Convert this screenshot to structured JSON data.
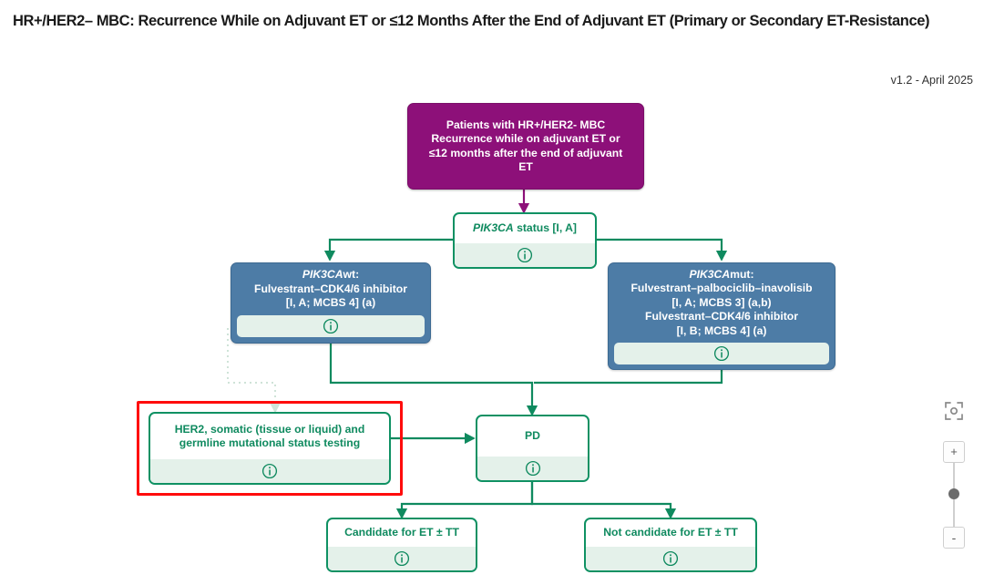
{
  "header": {
    "title": "HR+/HER2– MBC: Recurrence While on Adjuvant ET or ≤12 Months After the End of Adjuvant ET (Primary or Secondary ET-Resistance)",
    "version": "v1.2 - April 2025"
  },
  "colors": {
    "purple": "#8d1079",
    "blue": "#4d7ca6",
    "green": "#0f9163",
    "green_text": "#0f8a5f",
    "footer_band": "#e4f1ea",
    "highlight_red": "#ff0c0c",
    "connector": "#0f8a5f",
    "ghost_connector": "#cfe3d8"
  },
  "diagram": {
    "type": "clinical-treatment-flowchart",
    "nodes": [
      {
        "id": "entry",
        "style": "purple",
        "lines": [
          "Patients with HR+/HER2- MBC",
          "Recurrence while on adjuvant ET or",
          "≤12 months after the end of adjuvant",
          "ET"
        ],
        "has_info": false
      },
      {
        "id": "pik3ca-status",
        "style": "green",
        "lines": [
          "PIK3CA status [I, A]"
        ],
        "italic_prefix": "PIK3CA",
        "rest": " status [I, A]",
        "has_info": true
      },
      {
        "id": "pik3ca-wt",
        "style": "blue",
        "lines": [
          "PIK3CAwt:",
          "Fulvestrant–CDK4/6 inhibitor",
          "[I, A; MCBS 4] (a)"
        ],
        "italic_prefix": "PIK3CA",
        "rest": "wt:",
        "has_info": true
      },
      {
        "id": "pik3ca-mut",
        "style": "blue",
        "lines": [
          "PIK3CAmut:",
          "Fulvestrant–palbociclib–inavolisib",
          "[I, A; MCBS 3] (a,b)",
          "Fulvestrant–CDK4/6 inhibitor",
          "[I, B; MCBS 4] (a)"
        ],
        "italic_prefix": "PIK3CA",
        "rest": "mut:",
        "has_info": true
      },
      {
        "id": "her2-testing",
        "style": "green",
        "highlighted": true,
        "lines": [
          "HER2, somatic (tissue or liquid) and",
          "germline mutational status testing"
        ],
        "has_info": true
      },
      {
        "id": "pd",
        "style": "green",
        "lines": [
          "PD"
        ],
        "has_info": true
      },
      {
        "id": "candidate",
        "style": "green",
        "lines": [
          "Candidate for ET ± TT"
        ],
        "has_info": true
      },
      {
        "id": "not-candidate",
        "style": "green",
        "lines": [
          "Not candidate for ET ± TT"
        ],
        "has_info": true
      }
    ],
    "edges": [
      {
        "from": "entry",
        "to": "pik3ca-status",
        "style": "solid-purple"
      },
      {
        "from": "pik3ca-status",
        "to": "pik3ca-wt",
        "style": "solid"
      },
      {
        "from": "pik3ca-status",
        "to": "pik3ca-mut",
        "style": "solid"
      },
      {
        "from": "pik3ca-wt",
        "to": "pd",
        "style": "solid"
      },
      {
        "from": "pik3ca-mut",
        "to": "pd",
        "style": "solid"
      },
      {
        "from": "pik3ca-wt",
        "to": "her2-testing",
        "style": "dotted-ghost"
      },
      {
        "from": "her2-testing",
        "to": "pd",
        "style": "solid"
      },
      {
        "from": "pd",
        "to": "candidate",
        "style": "solid"
      },
      {
        "from": "pd",
        "to": "not-candidate",
        "style": "solid"
      }
    ]
  },
  "zoom_controls": {
    "fit_label": "fit-to-screen",
    "zoom_in_label": "+",
    "zoom_out_label": "-"
  }
}
